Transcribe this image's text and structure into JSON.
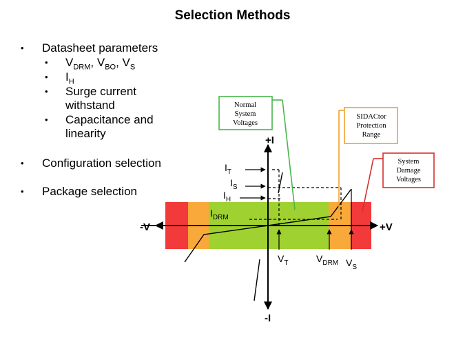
{
  "slide": {
    "title": "Selection Methods",
    "bullets": [
      {
        "text": "Datasheet parameters",
        "sub": [
          {
            "parts": [
              "V",
              "DRM",
              ", V",
              "BO",
              ", V",
              "S"
            ]
          },
          {
            "parts": [
              "I",
              "H"
            ]
          },
          {
            "lines": [
              "Surge current",
              "withstand"
            ]
          },
          {
            "lines": [
              "Capacitance and",
              "linearity"
            ]
          }
        ]
      },
      {
        "text": "Configuration selection"
      },
      {
        "text": "Package selection"
      }
    ]
  },
  "diagram": {
    "callouts": {
      "normal": [
        "Normal",
        "System",
        "Voltages"
      ],
      "protection": [
        "SIDACtor",
        "Protection",
        "Range"
      ],
      "damage": [
        "System",
        "Damage",
        "Voltages"
      ]
    },
    "axis_labels": {
      "plus_i": "+I",
      "minus_i": "-I",
      "plus_v": "+V",
      "minus_v": "-V"
    },
    "current_labels": {
      "it": [
        "I",
        "T"
      ],
      "is": [
        "I",
        "S"
      ],
      "ih": [
        "I",
        "H"
      ],
      "idrm": [
        "I",
        "DRM"
      ]
    },
    "voltage_labels": {
      "vt": [
        "V",
        "T"
      ],
      "vdrm": [
        "V",
        "DRM"
      ],
      "vs": [
        "V",
        "S"
      ]
    },
    "colors": {
      "red": "#f23a3a",
      "orange": "#f9a93a",
      "green": "#9fd131",
      "green_border": "#49b649",
      "orange_border": "#f0a030",
      "red_border": "#d62f2f"
    }
  }
}
